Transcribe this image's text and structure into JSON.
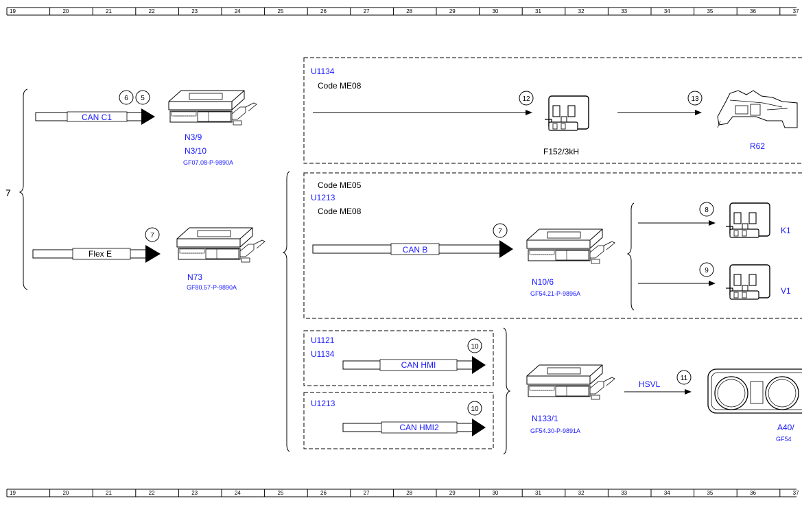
{
  "ruler": {
    "numbers": [
      "19",
      "20",
      "21",
      "22",
      "23",
      "24",
      "25",
      "26",
      "27",
      "28",
      "29",
      "30",
      "31",
      "32",
      "33",
      "34",
      "35",
      "36",
      "37"
    ]
  },
  "side_label": "7",
  "left": {
    "can_c1": {
      "bus_label": "CAN C1",
      "markers": [
        "6",
        "5"
      ],
      "device_labels": [
        "N3/9",
        "N3/10"
      ],
      "doc_ref": "GF07.08-P-9890A"
    },
    "flex_e": {
      "bus_label": "Flex E",
      "marker": "7",
      "device_label": "N73",
      "doc_ref": "GF80.57-P-9890A"
    }
  },
  "box1": {
    "code_blue": "U1134",
    "code": "Code ME08",
    "marker_a": "12",
    "relay_label": "F152/3kH",
    "marker_b": "13",
    "device_label": "R62"
  },
  "box2": {
    "code1": "Code ME05",
    "code_blue": "U1213",
    "code2": "Code ME08",
    "bus_label": "CAN B",
    "marker_bus": "7",
    "device_label": "N10/6",
    "doc_ref": "GF54.21-P-9896A",
    "marker_k": "8",
    "label_k": "K1",
    "marker_v": "9",
    "label_v": "V1"
  },
  "box3": {
    "codes": [
      "U1121",
      "U1134"
    ],
    "bus_label": "CAN HMI",
    "marker": "10"
  },
  "box4": {
    "code": "U1213",
    "bus_label": "CAN HMI2",
    "marker": "10"
  },
  "bottom_device": {
    "device_label": "N133/1",
    "doc_ref": "GF54.30-P-9891A",
    "link_label": "HSVL",
    "marker": "11",
    "cluster_label": "A40/",
    "cluster_ref": "GF54"
  }
}
